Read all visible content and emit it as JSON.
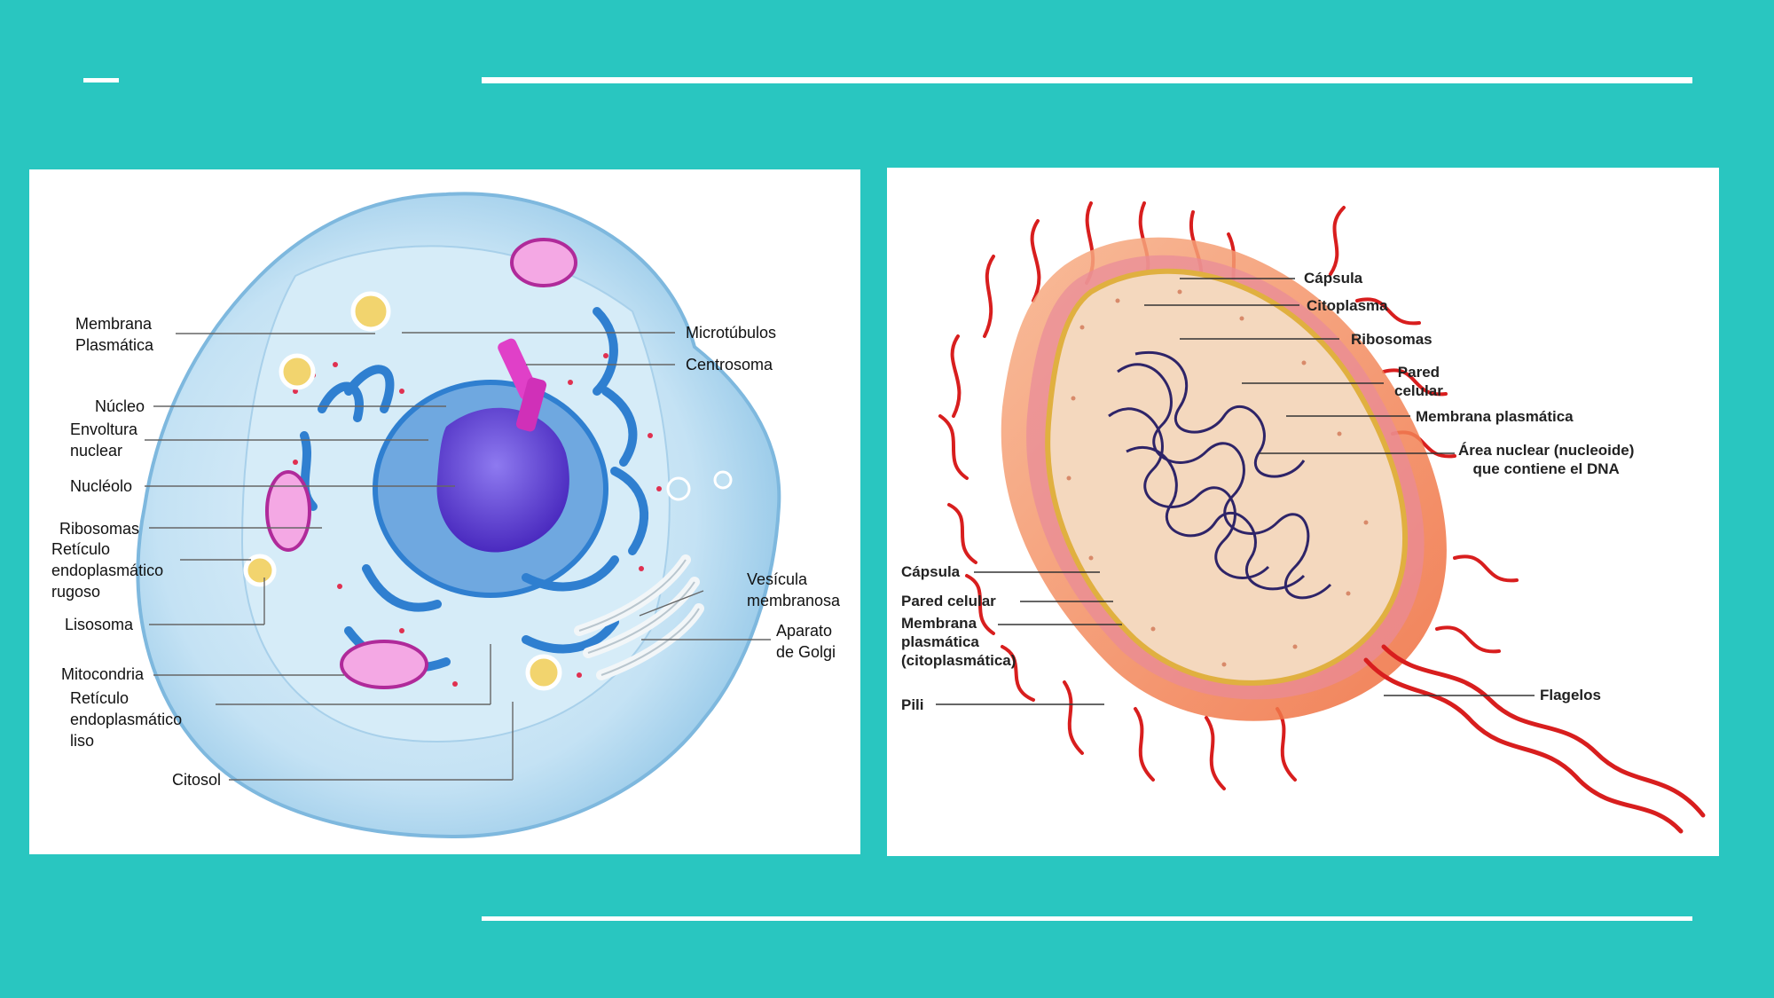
{
  "colors": {
    "background": "#29C6C0",
    "rule": "#ffffff",
    "eukaryote_membrane": "#A8D4EE",
    "nucleus": "#6A3FD8",
    "er": "#2F7FD0",
    "centrosome": "#E040C8",
    "capsule": "#F08048",
    "pili": "#D81E1E",
    "nucleoid": "#2E2468"
  },
  "eukaryotic_cell": {
    "labels": {
      "membrana_plasmatica": "Membrana\nPlasmática",
      "microtubulos": "Microtúbulos",
      "centrosoma": "Centrosoma",
      "nucleo": "Núcleo",
      "envoltura_nuclear": "Envoltura\nnuclear",
      "nucleolo": "Nucléolo",
      "ribosomas": "Ribosomas",
      "reticulo_rugoso": "Retículo\nendoplasmático\nrugoso",
      "lisosoma": "Lisosoma",
      "vesicula": "Vesícula\nmembranosa",
      "aparato_golgi": "Aparato\nde Golgi",
      "mitocondria": "Mitocondria",
      "reticulo_liso": "Retículo\nendoplasmático\nliso",
      "citosol": "Citosol"
    }
  },
  "prokaryotic_cell": {
    "labels": {
      "capsula_top": "Cápsula",
      "citoplasma": "Citoplasma",
      "ribosomas": "Ribosomas",
      "pared_celular_top": "Pared\ncelular",
      "membrana_plasmatica": "Membrana plasmática",
      "area_nuclear": "Área nuclear (nucleoide)\nque contiene el DNA",
      "capsula_left": "Cápsula",
      "pared_celular_left": "Pared celular",
      "membrana_citoplasmatica": "Membrana\nplasmática\n(citoplasmática)",
      "pili": "Pili",
      "flagelos": "Flagelos"
    }
  }
}
